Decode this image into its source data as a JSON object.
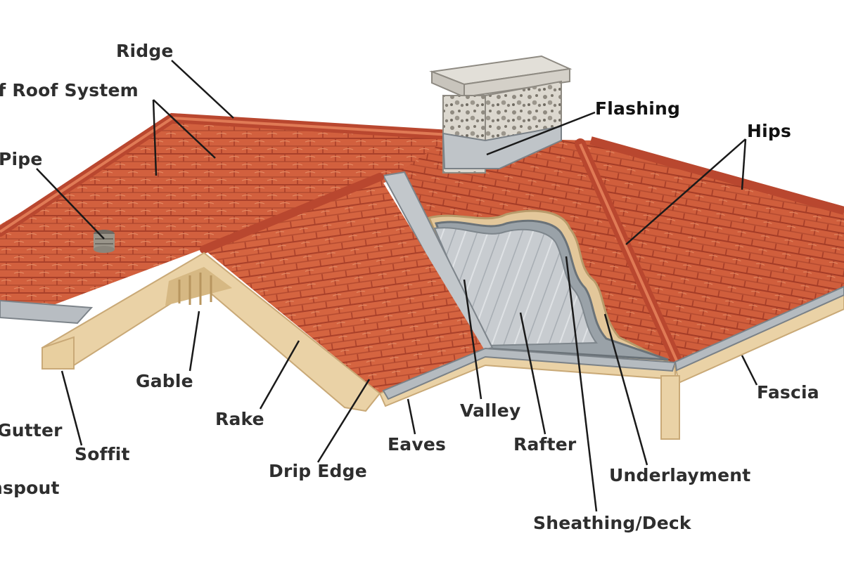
{
  "diagram": {
    "labels": {
      "ridge": "Ridge",
      "roof_system": "of Roof System",
      "vent_pipe": "Pipe",
      "flashing": "Flashing",
      "hips": "Hips",
      "gable": "Gable",
      "rake": "Rake",
      "valley": "Valley",
      "fascia": "Fascia",
      "gutter": "Gutter",
      "soffit": "Soffit",
      "eaves": "Eaves",
      "rafter": "Rafter",
      "drip_edge": "Drip Edge",
      "underlayment": "Underlayment",
      "downspout": "nspout",
      "sheathing": "Sheathing/Deck"
    },
    "colors": {
      "tile": "#d2603e",
      "tile_dark": "#a9402a",
      "ridge_cap": "#c9553a",
      "wood": "#ead2a6",
      "wood_shade": "#d6b883",
      "metal": "#bfc4c8",
      "metal_dark": "#8e959b",
      "chimney": "#d9d6cf",
      "leader_line": "#1a1a1a"
    }
  }
}
